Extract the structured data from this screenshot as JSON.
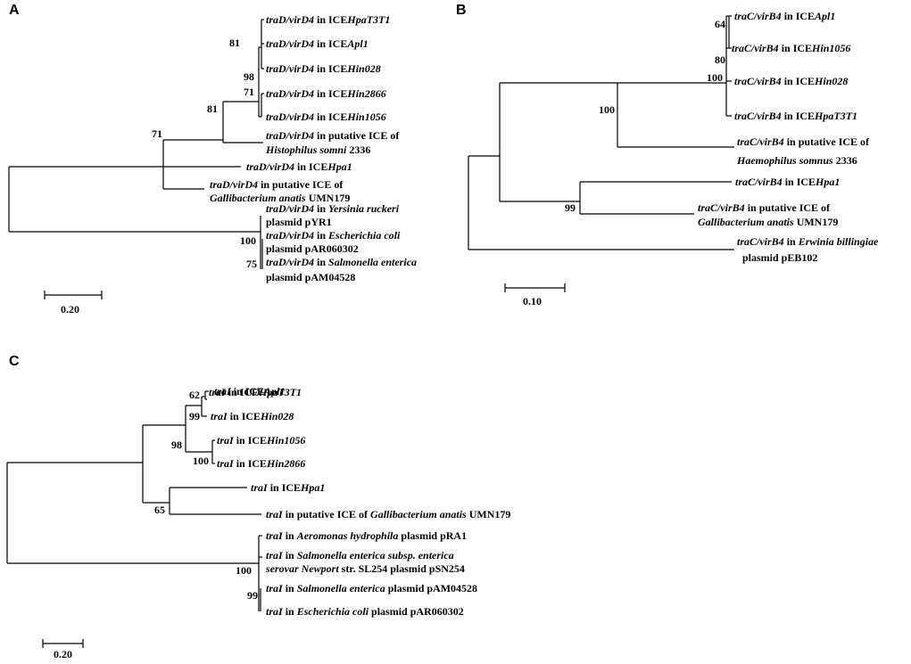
{
  "panels": {
    "A": {
      "letter": "A",
      "scale": "0.20",
      "bootstrap": [
        "81",
        "98",
        "71",
        "81",
        "71",
        "100",
        "75"
      ],
      "leaves": [
        [
          [
            "traD/virD4",
            true
          ],
          [
            " in ICE",
            false
          ],
          [
            "HpaT3T1",
            true
          ]
        ],
        [
          [
            "traD/virD4",
            true
          ],
          [
            " in ICE",
            false
          ],
          [
            "Apl1",
            true
          ]
        ],
        [
          [
            "traD/virD4",
            true
          ],
          [
            " in ICE",
            false
          ],
          [
            "Hin028",
            true
          ]
        ],
        [
          [
            "traD/virD4",
            true
          ],
          [
            " in ICE",
            false
          ],
          [
            "Hin2866",
            true
          ]
        ],
        [
          [
            "traD/virD4",
            true
          ],
          [
            " in ICE",
            false
          ],
          [
            "Hin1056",
            true
          ]
        ],
        [
          [
            "traD/virD4",
            true
          ],
          [
            " in putative ICE of",
            false
          ]
        ],
        [
          [
            "Histophilus somni",
            true
          ],
          [
            "  2336",
            false
          ]
        ],
        [
          [
            "traD/virD4",
            true
          ],
          [
            " in ICE",
            false
          ],
          [
            "Hpa1",
            true
          ]
        ],
        [
          [
            "traD/virD4",
            true
          ],
          [
            " in putative ICE of",
            false
          ]
        ],
        [
          [
            "Gallibacterium anatis",
            true
          ],
          [
            " UMN179",
            false
          ]
        ],
        [
          [
            "traD/virD4",
            true
          ],
          [
            " in ",
            false
          ],
          [
            "Yersinia ruckeri",
            true
          ]
        ],
        [
          [
            "plasmid pYR1",
            false
          ]
        ],
        [
          [
            "traD/virD4",
            true
          ],
          [
            " in ",
            false
          ],
          [
            "Escherichia coli",
            true
          ]
        ],
        [
          [
            "plasmid pAR060302",
            false
          ]
        ],
        [
          [
            "traD/virD4",
            true
          ],
          [
            " in ",
            false
          ],
          [
            "Salmonella enterica",
            true
          ]
        ],
        [
          [
            "plasmid pAM04528",
            false
          ]
        ]
      ]
    },
    "B": {
      "letter": "B",
      "scale": "0.10",
      "bootstrap": [
        "64",
        "80",
        "100",
        "100",
        "99"
      ],
      "leaves": [
        [
          [
            "traC/virB4",
            true
          ],
          [
            " in ICE",
            false
          ],
          [
            "Apl1",
            true
          ]
        ],
        [
          [
            "traC/virB4",
            true
          ],
          [
            " in ICE",
            false
          ],
          [
            "Hin1056",
            true
          ]
        ],
        [
          [
            "traC/virB4",
            true
          ],
          [
            " in ICE",
            false
          ],
          [
            "Hin028",
            true
          ]
        ],
        [
          [
            "traC/virB4",
            true
          ],
          [
            " in ICE",
            false
          ],
          [
            "HpaT3T1",
            true
          ]
        ],
        [
          [
            "traC/virB4",
            true
          ],
          [
            " in putative ICE of",
            false
          ]
        ],
        [
          [
            "Haemophilus somnus",
            true
          ],
          [
            " 2336",
            false
          ]
        ],
        [
          [
            "traC/virB4",
            true
          ],
          [
            " in ICE",
            false
          ],
          [
            "Hpa1",
            true
          ]
        ],
        [
          [
            "traC/virB4",
            true
          ],
          [
            "  in putative ICE of",
            false
          ]
        ],
        [
          [
            "Gallibacterium anatis",
            true
          ],
          [
            " UMN179",
            false
          ]
        ],
        [
          [
            "traC/virB4",
            true
          ],
          [
            " in  ",
            false
          ],
          [
            "Erwinia billingiae",
            true
          ]
        ],
        [
          [
            "plasmid pEB102",
            false
          ]
        ]
      ]
    },
    "C": {
      "letter": "C",
      "scale": "0.20",
      "bootstrap": [
        "62",
        "99",
        "98",
        "100",
        "65",
        "100",
        "99"
      ],
      "leaves": [
        [
          [
            "traI",
            true
          ],
          [
            " in ICE",
            false
          ],
          [
            "Apl1",
            true
          ]
        ],
        [
          [
            "traI",
            true
          ],
          [
            " in ICE",
            false
          ],
          [
            "HpaT3T1",
            true
          ]
        ],
        [
          [
            "traI",
            true
          ],
          [
            " in ICE",
            false
          ],
          [
            "Hin028",
            true
          ]
        ],
        [
          [
            "traI",
            true
          ],
          [
            " in ICE",
            false
          ],
          [
            "Hin1056",
            true
          ]
        ],
        [
          [
            "traI",
            true
          ],
          [
            " in ICE",
            false
          ],
          [
            "Hin2866",
            true
          ]
        ],
        [
          [
            "traI",
            true
          ],
          [
            " in ICE",
            false
          ],
          [
            "Hpa1",
            true
          ]
        ],
        [
          [
            "traI",
            true
          ],
          [
            " in putative ICE of ",
            false
          ],
          [
            "Gallibacterium anatis",
            true
          ],
          [
            " UMN179",
            false
          ]
        ],
        [
          [
            "traI",
            true
          ],
          [
            " in ",
            false
          ],
          [
            "Aeromonas hydrophila",
            true
          ],
          [
            " plasmid pRA1",
            false
          ]
        ],
        [
          [
            "traI",
            true
          ],
          [
            " in ",
            false
          ],
          [
            "Salmonella enterica subsp. enterica",
            true
          ]
        ],
        [
          [
            "serovar Newport",
            true
          ],
          [
            " str. SL254 plasmid pSN254",
            false
          ]
        ],
        [
          [
            "traI",
            true
          ],
          [
            " in ",
            false
          ],
          [
            "Salmonella enterica",
            true
          ],
          [
            " plasmid pAM04528",
            false
          ]
        ],
        [
          [
            "traI",
            true
          ],
          [
            " in ",
            false
          ],
          [
            "Escherichia coli",
            true
          ],
          [
            " plasmid pAR060302",
            false
          ]
        ]
      ]
    }
  }
}
